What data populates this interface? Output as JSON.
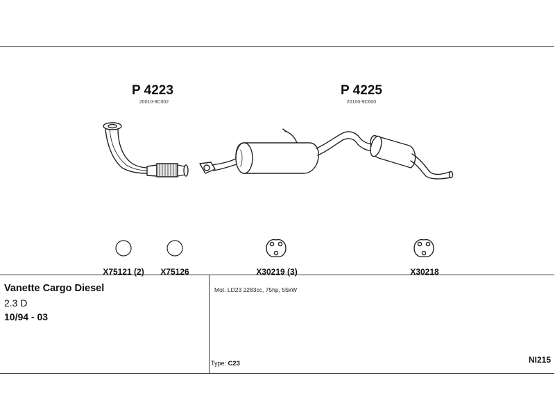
{
  "parts": [
    {
      "number": "P 4223",
      "oem": "20010-9C002"
    },
    {
      "number": "P 4225",
      "oem": "20100-9C600"
    }
  ],
  "components": [
    {
      "label": "X75121 (2)",
      "icon": "ring-icon"
    },
    {
      "label": "X75126",
      "icon": "ring-icon"
    },
    {
      "label": "X30219 (3)",
      "icon": "rubber-mount-icon"
    },
    {
      "label": "X30218",
      "icon": "rubber-mount-icon"
    }
  ],
  "vehicle": {
    "name": "Vanette Cargo Diesel",
    "engine": "2.3 D",
    "years": "10/94 - 03"
  },
  "motor": "Mot. LD23 2283cc, 75hp, 55kW",
  "type_label": "Type:",
  "type_value": "C23",
  "reference": "NI215"
}
